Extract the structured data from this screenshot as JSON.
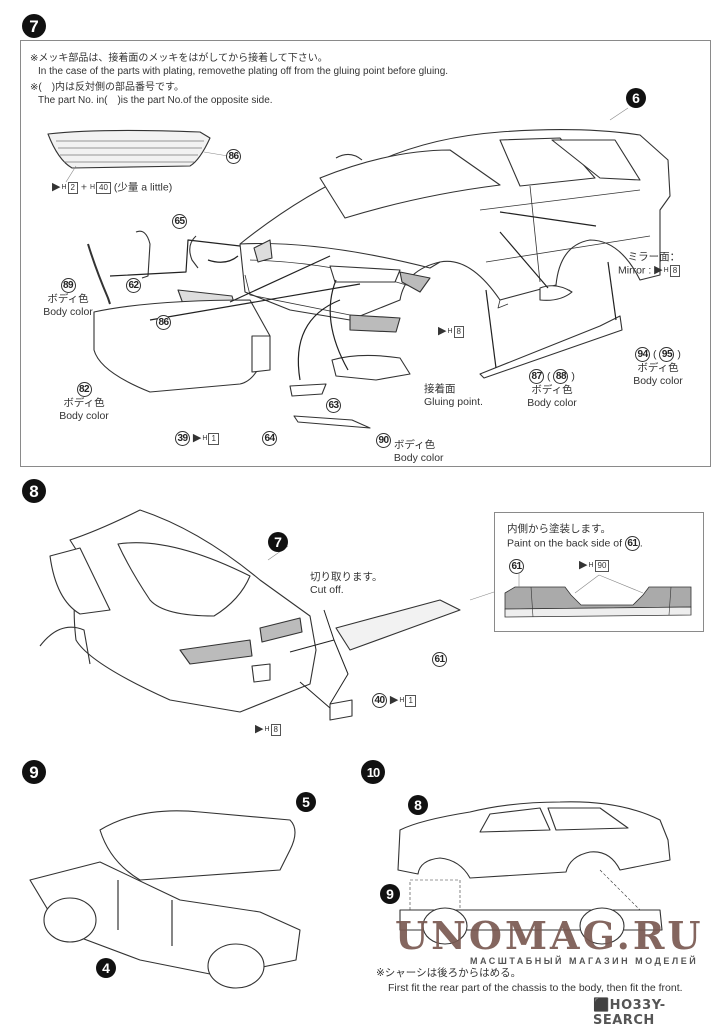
{
  "steps": {
    "s7": {
      "number": "7",
      "notes": [
        {
          "jp": "※メッキ部品は、接着面のメッキをはがしてから接着して下さい。",
          "en": "In the case of the parts with plating, removethe plating off from the gluing point before gluing."
        },
        {
          "jp": "※(　)内は反対側の部品番号です。",
          "en": "The part No. in(　)is the part No.of the opposite side."
        }
      ],
      "body_ref": "6",
      "grille_note": {
        "code_a": "2",
        "plus": "+",
        "h_label": "H",
        "code_b": "40",
        "extra": "(少量 a little)"
      },
      "parts": {
        "p86_top": "86",
        "p65": "65",
        "p89": "89",
        "p62": "62",
        "p86_mid": "86",
        "p82": "82",
        "p39": "39",
        "p64": "64",
        "p63": "63",
        "p90": "90",
        "p87": "87",
        "p88": "88",
        "p94": "94",
        "p95": "95"
      },
      "labels": {
        "body_color_jp": "ボディ色",
        "body_color_en": "Body color",
        "gluing_jp": "接着面",
        "gluing_en": "Gluing point.",
        "mirror_jp": "ミラー面：",
        "mirror_en": "Mirror :",
        "paint_39": "1",
        "paint_lights": "8",
        "paint_mirror": "8"
      }
    },
    "s8": {
      "number": "8",
      "body_ref": "7",
      "cut_off_jp": "切り取ります。",
      "cut_off_en": "Cut off.",
      "part_61": "61",
      "part_40": "40",
      "paint_40": "1",
      "paint_lamp": "8",
      "inset": {
        "jp": "内側から塗装します。",
        "en_prefix": "Paint on the back side of",
        "en_part": "61",
        "en_suffix": ".",
        "part": "61",
        "paint": "90"
      }
    },
    "s9": {
      "number": "9",
      "ref_interior": "5",
      "ref_chassis": "4"
    },
    "s10": {
      "number": "10",
      "ref_body": "8",
      "ref_chassis": "9",
      "note_jp": "※シャーシは後ろからはめる。",
      "note_en": "First fit the rear part of the chassis to the body, then fit the front."
    }
  },
  "paint_flag": {
    "glyph": "▶",
    "sub": "H"
  },
  "watermarks": {
    "unomag": "UNOMAG.RU",
    "unomag_sub": "МАСШТАБНЫЙ МАГАЗИН МОДЕЛЕЙ",
    "hobby_search": "⬛HO33Y-SEARCH"
  },
  "colors": {
    "line": "#333333",
    "panel_border": "#8a8a8a",
    "watermark": "#7a5a52",
    "shade": "#b8b8b8"
  }
}
